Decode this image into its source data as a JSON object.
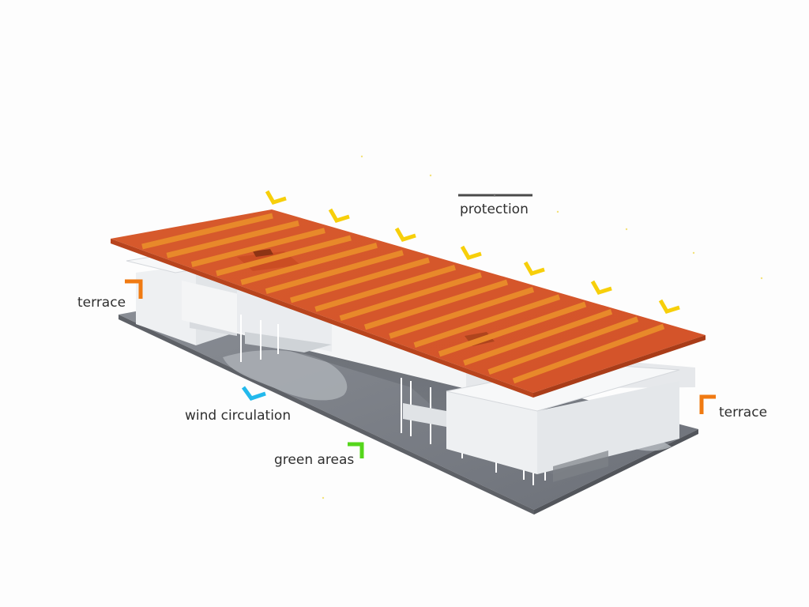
{
  "labels": {
    "protection": "protection",
    "terrace_left": "terrace",
    "terrace_right": "terrace",
    "wind_circulation": "wind circulation",
    "green_areas": "green areas"
  },
  "colors": {
    "background": "#fdfdfd",
    "roof_canopy": "#d9582a",
    "roof_slats": "#e8892a",
    "sun_chevron": "#f7cf0a",
    "terrace_chevron": "#f07a12",
    "wind_chevron": "#23b9ec",
    "green_chevron": "#55d61c",
    "ground_slab": "#7c8088",
    "building_volume": "#f2f3f4",
    "protection_bar": "#4a4a4a"
  },
  "icons": {
    "sun": "chevron-down-icon",
    "terrace": "corner-bracket-icon",
    "wind": "chevron-down-icon",
    "green": "corner-bracket-icon"
  }
}
